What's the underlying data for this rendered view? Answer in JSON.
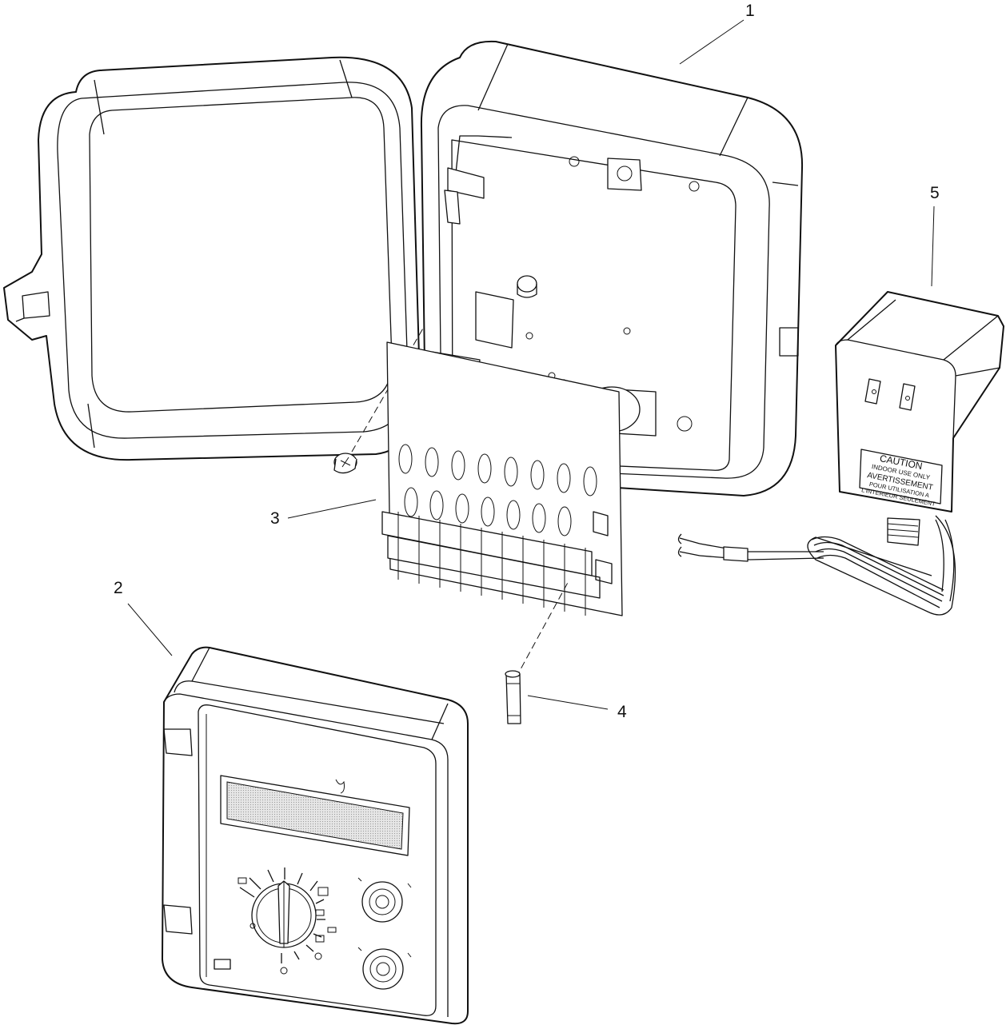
{
  "callouts": [
    {
      "id": "1",
      "label": "1"
    },
    {
      "id": "2",
      "label": "2"
    },
    {
      "id": "3",
      "label": "3"
    },
    {
      "id": "4",
      "label": "4"
    },
    {
      "id": "5",
      "label": "5"
    }
  ],
  "transformer_label": {
    "line1": "CAUTION",
    "line2": "INDOOR USE ONLY",
    "line3": "AVERTISSEMENT",
    "line4": "POUR UTILISATION A",
    "line5": "L'INTERIEUR SEULEMENT"
  },
  "colors": {
    "line": "#111111",
    "background": "#ffffff",
    "display": "#d9d9d9"
  }
}
